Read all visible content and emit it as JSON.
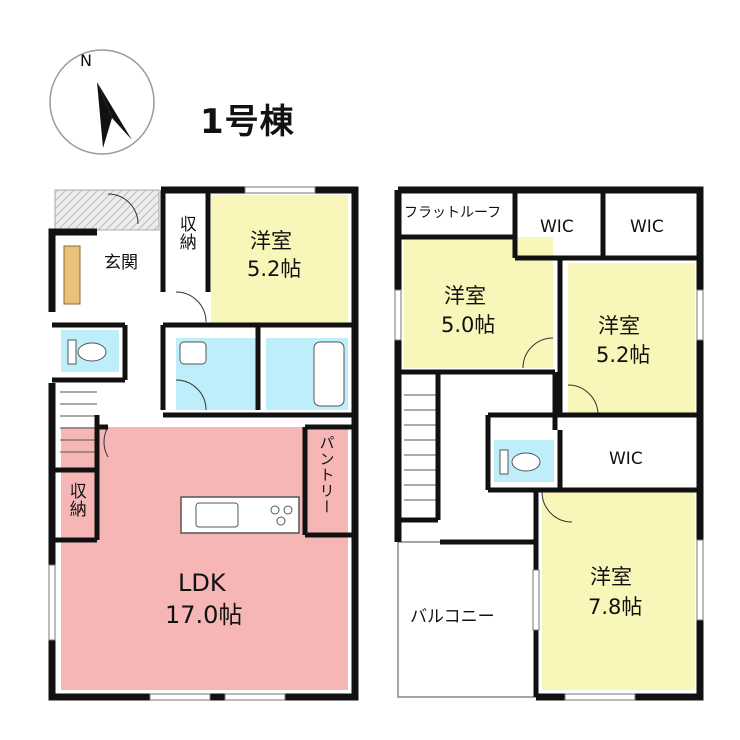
{
  "building_label": "1号棟",
  "compass": {
    "north_label": "N"
  },
  "colors": {
    "ldk": "#f6b6b6",
    "bedroom": "#f8f6b8",
    "water": "#bfeefb",
    "wall": "#111111",
    "hatch": "#d9d9d9"
  },
  "floor1": {
    "genkan": "玄関",
    "storage_top": "収納",
    "bedroom": {
      "name": "洋室",
      "size": "5.2帖"
    },
    "ldk": {
      "name": "LDK",
      "size": "17.0帖"
    },
    "pantry": "パントリー",
    "storage_left": "収納"
  },
  "floor2": {
    "flat_roof": "フラットルーフ",
    "wic_a": "WIC",
    "wic_b": "WIC",
    "wic_c": "WIC",
    "bedroom_a": {
      "name": "洋室",
      "size": "5.0帖"
    },
    "bedroom_b": {
      "name": "洋室",
      "size": "5.2帖"
    },
    "bedroom_c": {
      "name": "洋室",
      "size": "7.8帖"
    },
    "balcony": "バルコニー"
  }
}
